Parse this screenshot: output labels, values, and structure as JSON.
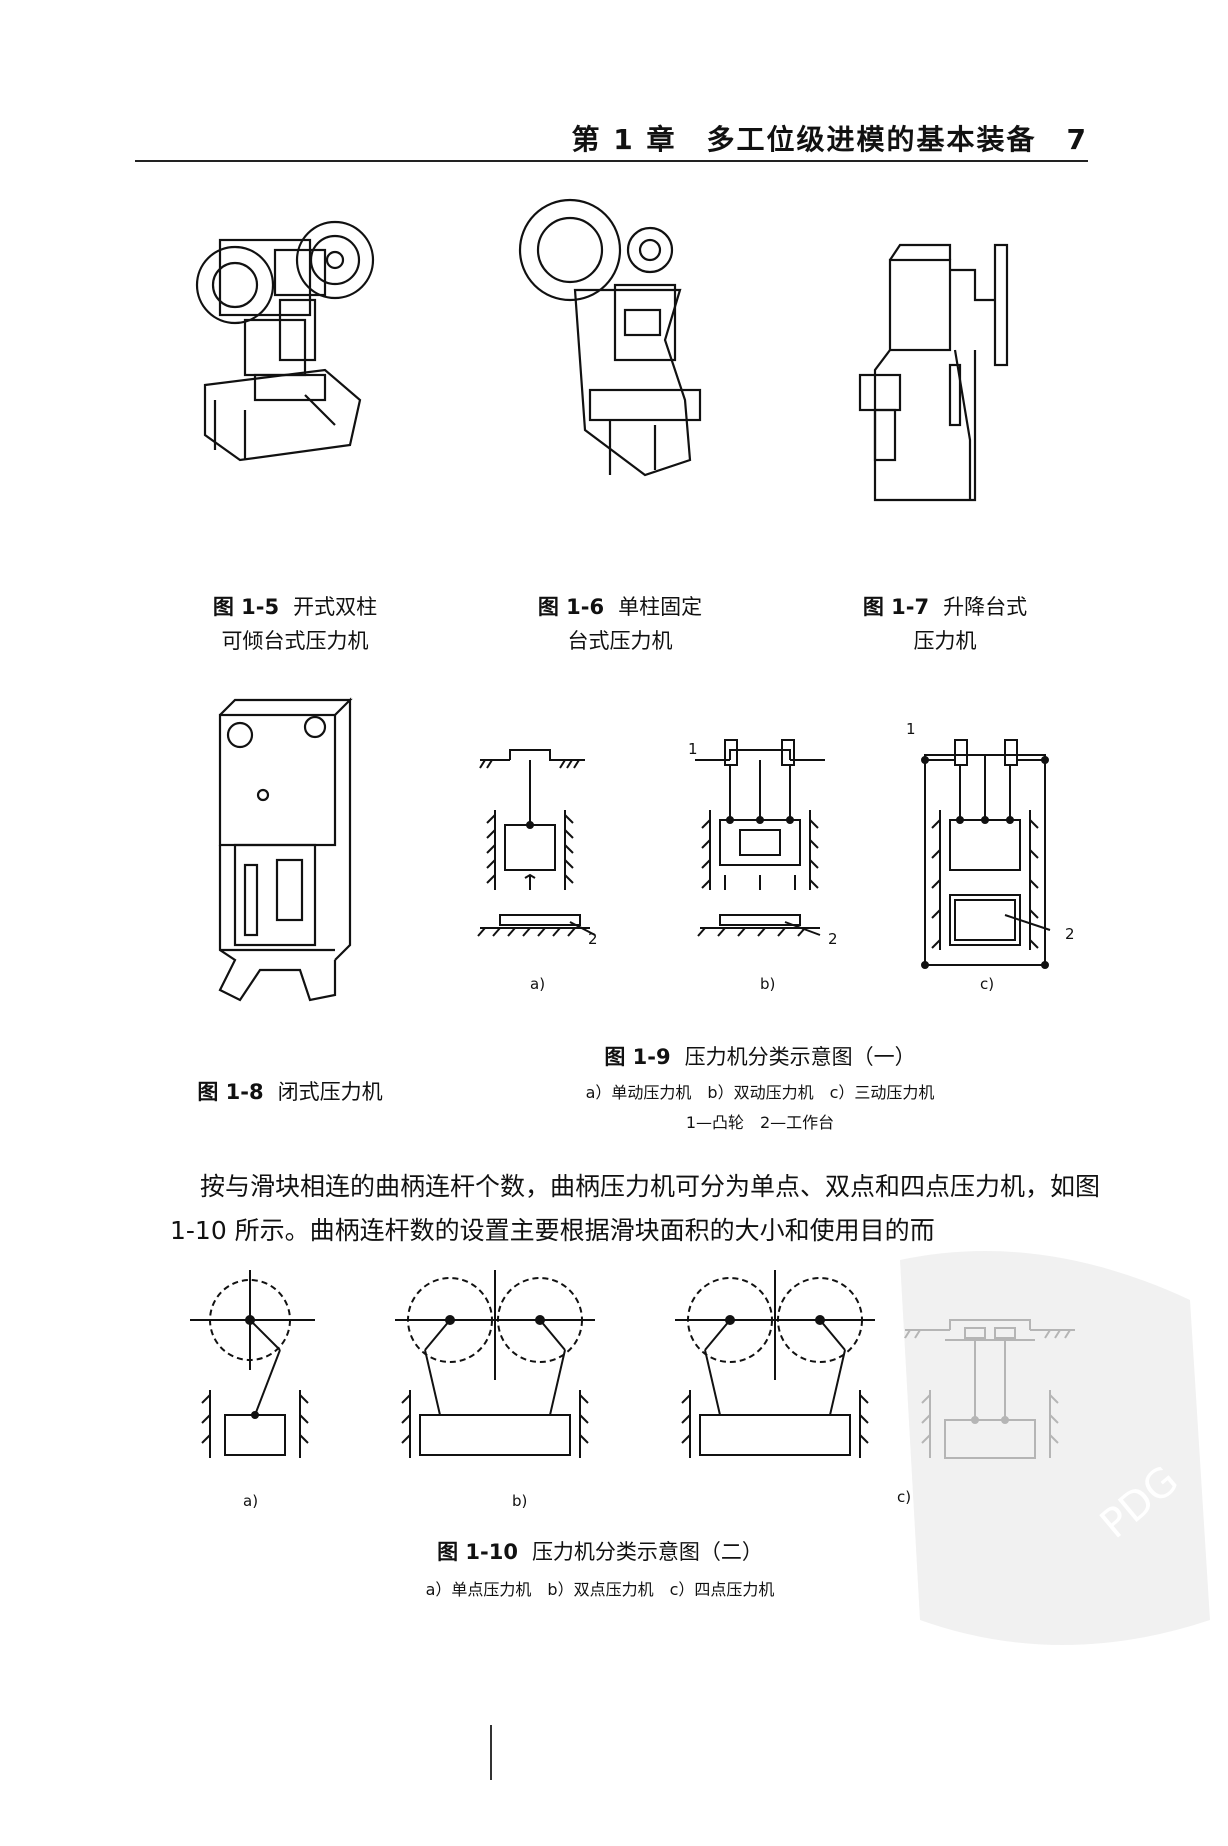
{
  "header": {
    "title": "第 1 章　多工位级进模的基本装备　7"
  },
  "figures": {
    "fig_1_5": {
      "num": "图 1-5",
      "line1": "开式双柱",
      "line2": "可倾台式压力机"
    },
    "fig_1_6": {
      "num": "图 1-6",
      "line1": "单柱固定",
      "line2": "台式压力机"
    },
    "fig_1_7": {
      "num": "图 1-7",
      "line1": "升降台式",
      "line2": "压力机"
    },
    "fig_1_8": {
      "num": "图 1-8",
      "line1": "闭式压力机"
    },
    "fig_1_9": {
      "num": "图 1-9",
      "title": "压力机分类示意图（一）",
      "sub": "a）单动压力机　b）双动压力机　c）三动压力机",
      "legend": "1—凸轮　2—工作台",
      "labels": {
        "a": "a)",
        "b": "b)",
        "c": "c)",
        "one": "1",
        "two": "2"
      }
    },
    "fig_1_10": {
      "num": "图 1-10",
      "title": "压力机分类示意图（二）",
      "sub": "a）单点压力机　b）双点压力机　c）四点压力机",
      "labels": {
        "a": "a)",
        "b": "b)",
        "c": "c)"
      }
    }
  },
  "body": {
    "paragraph": "按与滑块相连的曲柄连杆个数，曲柄压力机可分为单点、双点和四点压力机，如图 1-10 所示。曲柄连杆数的设置主要根据滑块面积的大小和使用目的而"
  },
  "watermark": {
    "text": "PDG"
  }
}
